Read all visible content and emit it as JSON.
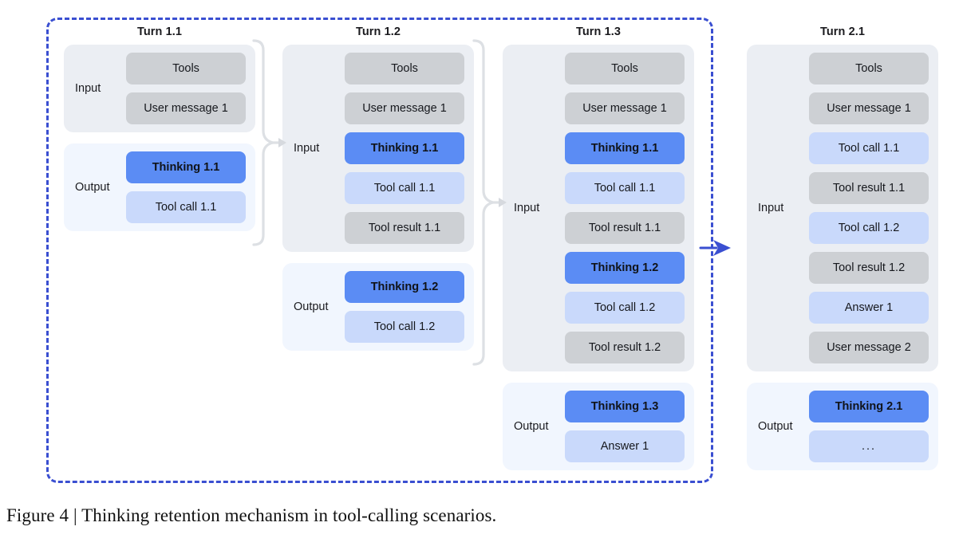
{
  "figure": {
    "caption": "Figure 4 | Thinking retention mechanism in tool-calling scenarios.",
    "boundary_label": "session-boundary",
    "colors": {
      "dashed_boundary": "#3a4fd1",
      "handoff_arrow": "#3a4fd1",
      "brace": "#dcdee2",
      "input_group_bg": "#ebeef3",
      "output_group_bg": "#f1f6fe",
      "chip_gray": "#cdd0d4",
      "chip_blue": "#5b8cf4",
      "chip_lightblue": "#c9d9fb",
      "text": "#16181d"
    }
  },
  "labels": {
    "input": "Input",
    "output": "Output"
  },
  "columns": [
    {
      "title": "Turn 1.1",
      "input": [
        {
          "label": "Tools",
          "kind": "gray"
        },
        {
          "label": "User message 1",
          "kind": "gray"
        }
      ],
      "output": [
        {
          "label": "Thinking 1.1",
          "kind": "blue"
        },
        {
          "label": "Tool call 1.1",
          "kind": "lightblue"
        }
      ]
    },
    {
      "title": "Turn 1.2",
      "input": [
        {
          "label": "Tools",
          "kind": "gray"
        },
        {
          "label": "User message 1",
          "kind": "gray"
        },
        {
          "label": "Thinking 1.1",
          "kind": "blue"
        },
        {
          "label": "Tool call 1.1",
          "kind": "lightblue"
        },
        {
          "label": "Tool result 1.1",
          "kind": "gray"
        }
      ],
      "output": [
        {
          "label": "Thinking 1.2",
          "kind": "blue"
        },
        {
          "label": "Tool call 1.2",
          "kind": "lightblue"
        }
      ]
    },
    {
      "title": "Turn 1.3",
      "input": [
        {
          "label": "Tools",
          "kind": "gray"
        },
        {
          "label": "User message 1",
          "kind": "gray"
        },
        {
          "label": "Thinking 1.1",
          "kind": "blue"
        },
        {
          "label": "Tool call 1.1",
          "kind": "lightblue"
        },
        {
          "label": "Tool result 1.1",
          "kind": "gray"
        },
        {
          "label": "Thinking 1.2",
          "kind": "blue"
        },
        {
          "label": "Tool call 1.2",
          "kind": "lightblue"
        },
        {
          "label": "Tool result 1.2",
          "kind": "gray"
        }
      ],
      "output": [
        {
          "label": "Thinking 1.3",
          "kind": "blue"
        },
        {
          "label": "Answer 1",
          "kind": "lightblue"
        }
      ]
    },
    {
      "title": "Turn 2.1",
      "input": [
        {
          "label": "Tools",
          "kind": "gray"
        },
        {
          "label": "User message 1",
          "kind": "gray"
        },
        {
          "label": "Tool call 1.1",
          "kind": "lightblue"
        },
        {
          "label": "Tool result 1.1",
          "kind": "gray"
        },
        {
          "label": "Tool call 1.2",
          "kind": "lightblue"
        },
        {
          "label": "Tool result 1.2",
          "kind": "gray"
        },
        {
          "label": "Answer 1",
          "kind": "lightblue"
        },
        {
          "label": "User message 2",
          "kind": "gray"
        }
      ],
      "output": [
        {
          "label": "Thinking 2.1",
          "kind": "blue"
        },
        {
          "label": "...",
          "kind": "ellipsis"
        }
      ]
    }
  ],
  "connectors": [
    {
      "name": "brace-turn-1-1-to-1-2",
      "from": "Turn 1.1",
      "to": "Turn 1.2"
    },
    {
      "name": "brace-turn-1-2-to-1-3",
      "from": "Turn 1.2",
      "to": "Turn 1.3"
    },
    {
      "name": "handoff-arrow-turn-1-3-to-2-1",
      "from": "Turn 1.3",
      "to": "Turn 2.1"
    }
  ]
}
